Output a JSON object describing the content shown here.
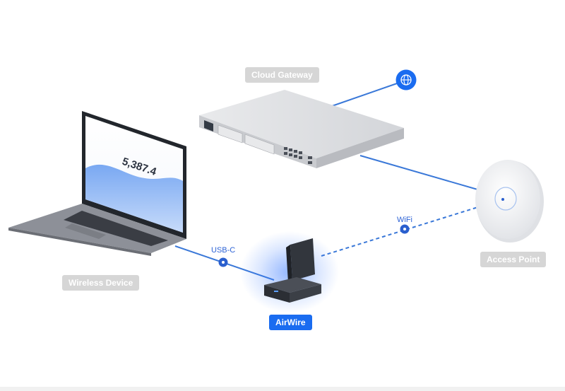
{
  "devices": {
    "cloud_gateway": {
      "label": "Cloud Gateway"
    },
    "access_point": {
      "label": "Access Point"
    },
    "wireless_device": {
      "label": "Wireless Device",
      "screen_value": "5,387.4"
    },
    "airwire": {
      "label": "AirWire"
    }
  },
  "connections": {
    "usb": {
      "label": "USB-C"
    },
    "wifi": {
      "label": "WiFi"
    }
  },
  "colors": {
    "accent": "#1a6cf0",
    "line": "#3a78d8",
    "label_inactive": "#d6d6d6"
  },
  "icons": {
    "internet": "globe-icon"
  }
}
